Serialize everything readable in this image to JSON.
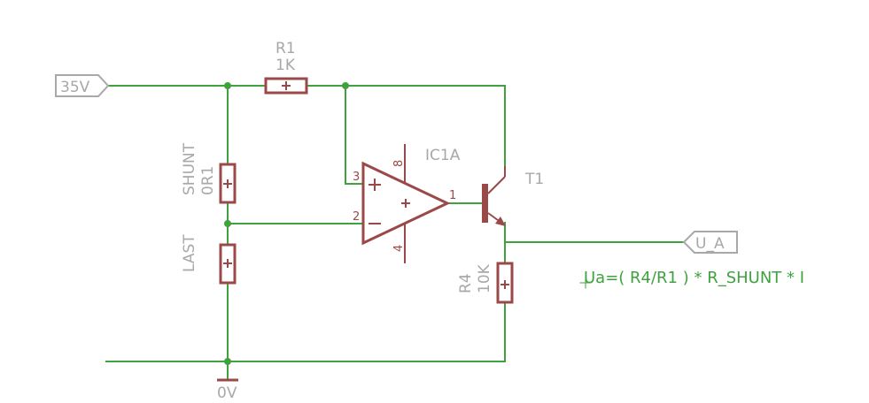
{
  "ports": {
    "supply": "35V",
    "output": "U_A",
    "ground": "0V"
  },
  "components": {
    "r1": {
      "name": "R1",
      "value": "1K"
    },
    "shunt": {
      "name": "SHUNT",
      "value": "0R1"
    },
    "load": {
      "name": "LAST"
    },
    "r4": {
      "name": "R4",
      "value": "10K"
    },
    "opamp": {
      "name": "IC1A",
      "pins": {
        "in_plus": "3",
        "in_minus": "2",
        "out": "1",
        "vcc": "8",
        "gnd": "4"
      }
    },
    "transistor": {
      "name": "T1"
    }
  },
  "formula": "Ua=( R4/R1 ) * R_SHUNT * I",
  "colors": {
    "wire": "#3ea33e",
    "part": "#9b4848",
    "label": "#a8a8a8"
  }
}
